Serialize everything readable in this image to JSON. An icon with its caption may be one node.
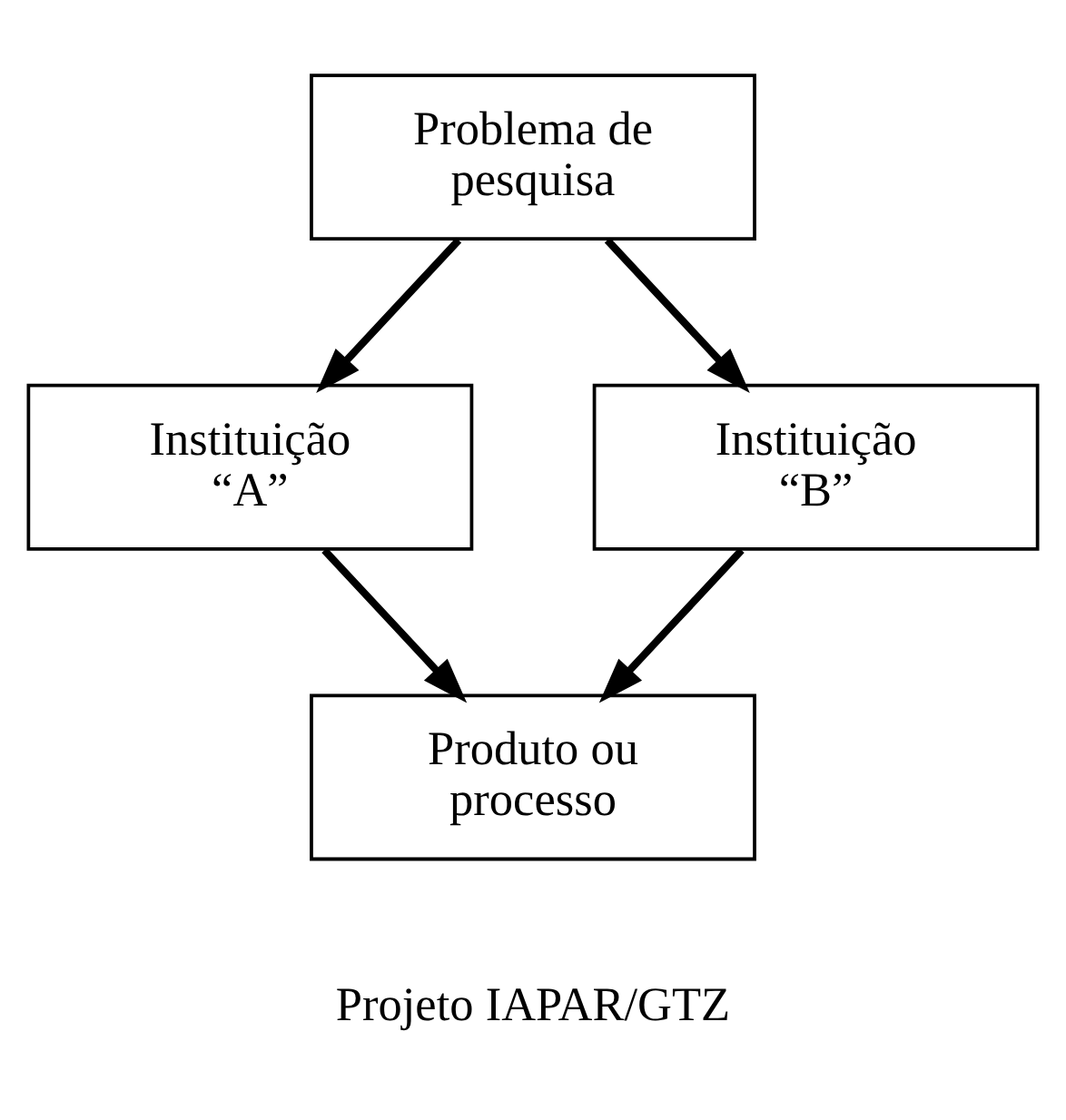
{
  "diagram": {
    "caption": "Projeto IAPAR/GTZ",
    "nodes": [
      {
        "text": [
          "Problema de pesquisa"
        ]
      },
      {
        "text": [
          "Instituição “A”"
        ]
      },
      {
        "text": [
          "Instituição “B”"
        ]
      },
      {
        "text": [
          "Produto ou processo"
        ]
      }
    ],
    "edges": [
      {
        "from": 0,
        "to": 1,
        "arrow": "to"
      },
      {
        "from": 0,
        "to": 2,
        "arrow": "to"
      },
      {
        "from": 1,
        "to": 3,
        "arrow": "to"
      },
      {
        "from": 2,
        "to": 3,
        "arrow": "to"
      }
    ]
  }
}
